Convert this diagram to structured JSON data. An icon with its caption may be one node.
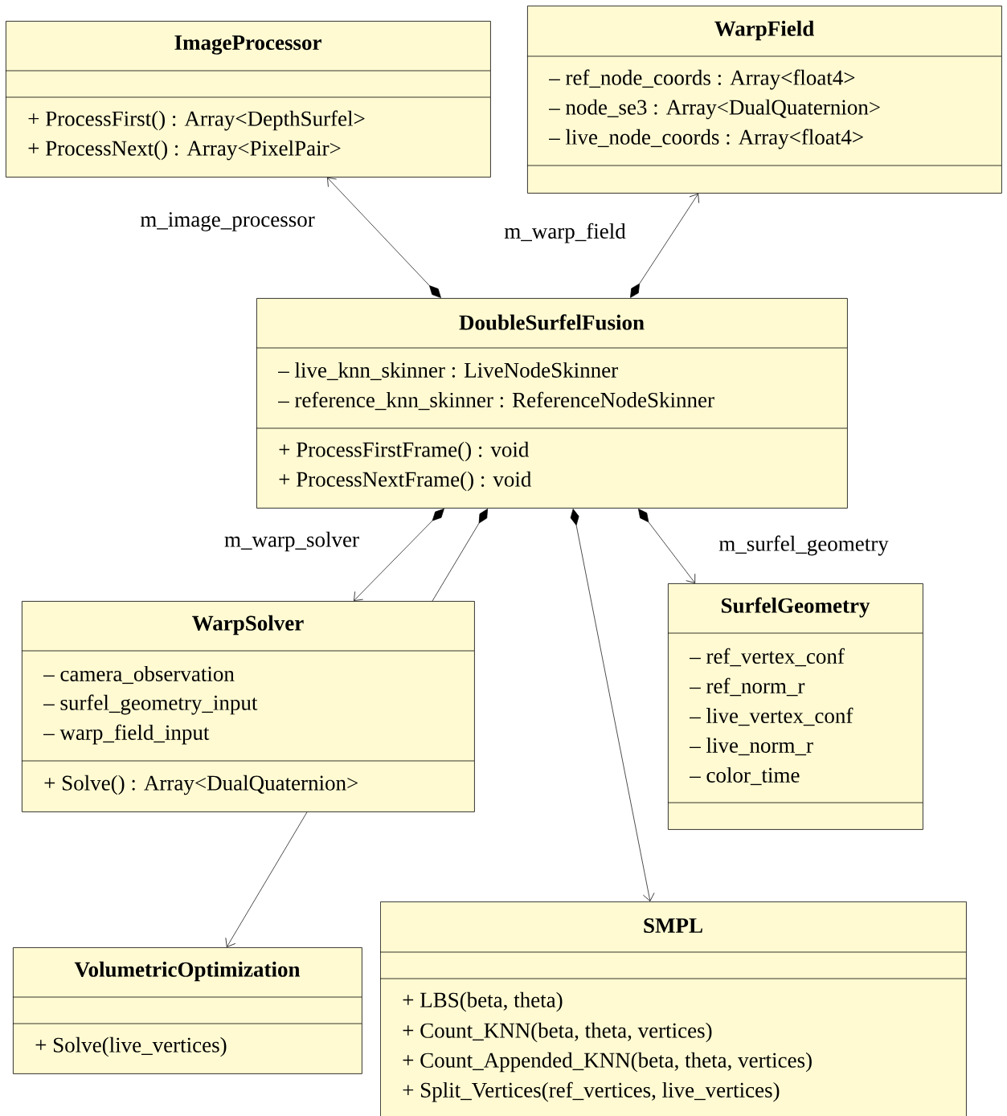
{
  "diagram": {
    "nodes": [
      {
        "text": [
          "ImageProcessor",
          "+ ProcessFirst() : Array<DepthSurfel>",
          "+ ProcessNext() : Array<PixelPair>"
        ]
      },
      {
        "text": [
          "WarpField",
          "– ref_node_coords : Array<float4>",
          "– node_se3 : Array<DualQuaternion>",
          "– live_node_coords : Array<float4>"
        ]
      },
      {
        "text": [
          "DoubleSurfelFusion",
          "– live_knn_skinner : LiveNodeSkinner",
          "– reference_knn_skinner : ReferenceNodeSkinner",
          "+ ProcessFirstFrame() : void",
          "+ ProcessNextFrame() : void"
        ]
      },
      {
        "text": [
          "WarpSolver",
          "– camera_observation",
          "– surfel_geometry_input",
          "– warp_field_input",
          "+ Solve() : Array<DualQuaternion>"
        ]
      },
      {
        "text": [
          "SurfelGeometry",
          "– ref_vertex_conf",
          "– ref_norm_r",
          "– live_vertex_conf",
          "– live_norm_r",
          "– color_time"
        ]
      },
      {
        "text": [
          "VolumetricOptimization",
          "+ Solve(live_vertices)"
        ]
      },
      {
        "text": [
          "SMPL",
          "+ LBS(beta, theta)",
          "+ Count_KNN(beta, theta, vertices)",
          "+ Count_Appended_KNN(beta, theta, vertices)",
          "+ Split_Vertices(ref_vertices, live_vertices)"
        ]
      }
    ],
    "edges": [
      {
        "from": 2,
        "to": 0,
        "arrow": "to",
        "label": "m_image_processor"
      },
      {
        "from": 2,
        "to": 1,
        "arrow": "to",
        "label": "m_warp_field"
      },
      {
        "from": 2,
        "to": 3,
        "arrow": "to",
        "label": "m_warp_solver"
      },
      {
        "from": 2,
        "to": 3,
        "arrow": "other"
      },
      {
        "from": 2,
        "to": 6,
        "arrow": "to"
      },
      {
        "from": 2,
        "to": 4,
        "arrow": "to",
        "label": "m_surfel_geometry"
      },
      {
        "from": 3,
        "to": 5,
        "arrow": "to"
      }
    ]
  }
}
